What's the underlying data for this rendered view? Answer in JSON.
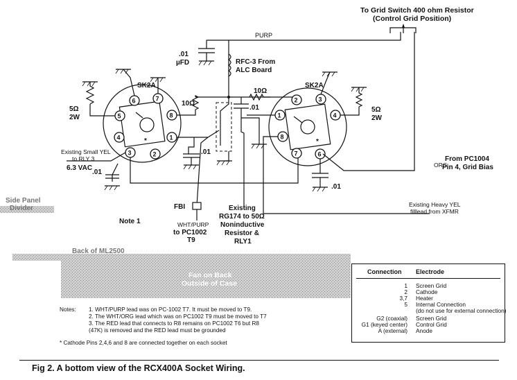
{
  "top_labels": {
    "grid_switch_line1": "To Grid Switch 400 ohm Resistor",
    "grid_switch_line2": "(Control Grid Position)",
    "purp": "PURP",
    "cap_value": ".01",
    "cap_unit": "µFD",
    "rfc_line1": "RFC-3 From",
    "rfc_line2": "ALC Board"
  },
  "left_socket": {
    "label": "SK2A",
    "pins": [
      "7",
      "6",
      "5",
      "8",
      "4",
      "1",
      "3",
      "2"
    ],
    "star": "*",
    "resistor_left": "5Ω",
    "resistor_left_w": "2W",
    "resistor_top": "10Ω",
    "cap_right": ".01",
    "cap_bottom": ".01",
    "existing_line1": "Existing Small YEL",
    "existing_line2": "to RLY 3",
    "vac": "6.3 VAC"
  },
  "right_socket": {
    "label": "SK2A",
    "pins": [
      "2",
      "3",
      "1",
      "4",
      "8",
      "7",
      "6"
    ],
    "star": "*",
    "resistor_top": "10Ω",
    "resistor_right": "5Ω",
    "resistor_right_w": "2W",
    "cap_top": ".01",
    "cap_bottom": ".01"
  },
  "pc1004": {
    "line1": "From PC1004",
    "line2": "Pin 4, Grid Bias",
    "org": "ORG"
  },
  "bottom_labels": {
    "side_panel_line1": "Side Panel",
    "side_panel_line2": "Divider",
    "fbi": "FBI",
    "note1": "Note 1",
    "whtpurp_line1": "WHT/PURP",
    "whtpurp_line2": "to PC1002",
    "whtpurp_line3": "T9",
    "existing_line1": "Existing",
    "existing_line2": "RG174 to 50Ω",
    "existing_line3": "Noninductive",
    "existing_line4": "Resistor &",
    "existing_line5": "RLY1",
    "heavy_line1": "Existing Heavy YEL",
    "heavy_line2": "filllead from XFMR",
    "back_of": "Back of ML2500",
    "fan_line1": "Fan on Back",
    "fan_line2": "Outside of Case"
  },
  "notes": {
    "title": "Notes:",
    "items": [
      "1.  WHT/PURP lead was on PC-1002 T7. It must be moved to T9.",
      "2.  The WHT/ORG lead which was on PC1002 T9 must be moved to T7",
      "3.  The RED lead that connects to R8 remains on PC1002 T6 but R8",
      "     (47K) is removed and the RED lead must be grounded"
    ],
    "cathode": "*  Cathode Pins 2,4,6 and 8 are connected together on each socket"
  },
  "legend": {
    "header_connection": "Connection",
    "header_electrode": "Electrode",
    "rows": [
      {
        "connection": "1",
        "electrode": "Screen Grid"
      },
      {
        "connection": "2",
        "electrode": "Cathode"
      },
      {
        "connection": "3,7",
        "electrode": "Heater"
      },
      {
        "connection": "5",
        "electrode": "Internal Connection"
      },
      {
        "connection": "",
        "electrode": "(do not use for external connection)"
      },
      {
        "connection": "G2 (coaxial)",
        "electrode": "Screen Grid"
      },
      {
        "connection": "G1 (keyed center)",
        "electrode": "Control Grid"
      },
      {
        "connection": "A (external)",
        "electrode": "Anode"
      }
    ]
  },
  "caption": "Fig 2. A bottom view of the RCX400A Socket Wiring."
}
